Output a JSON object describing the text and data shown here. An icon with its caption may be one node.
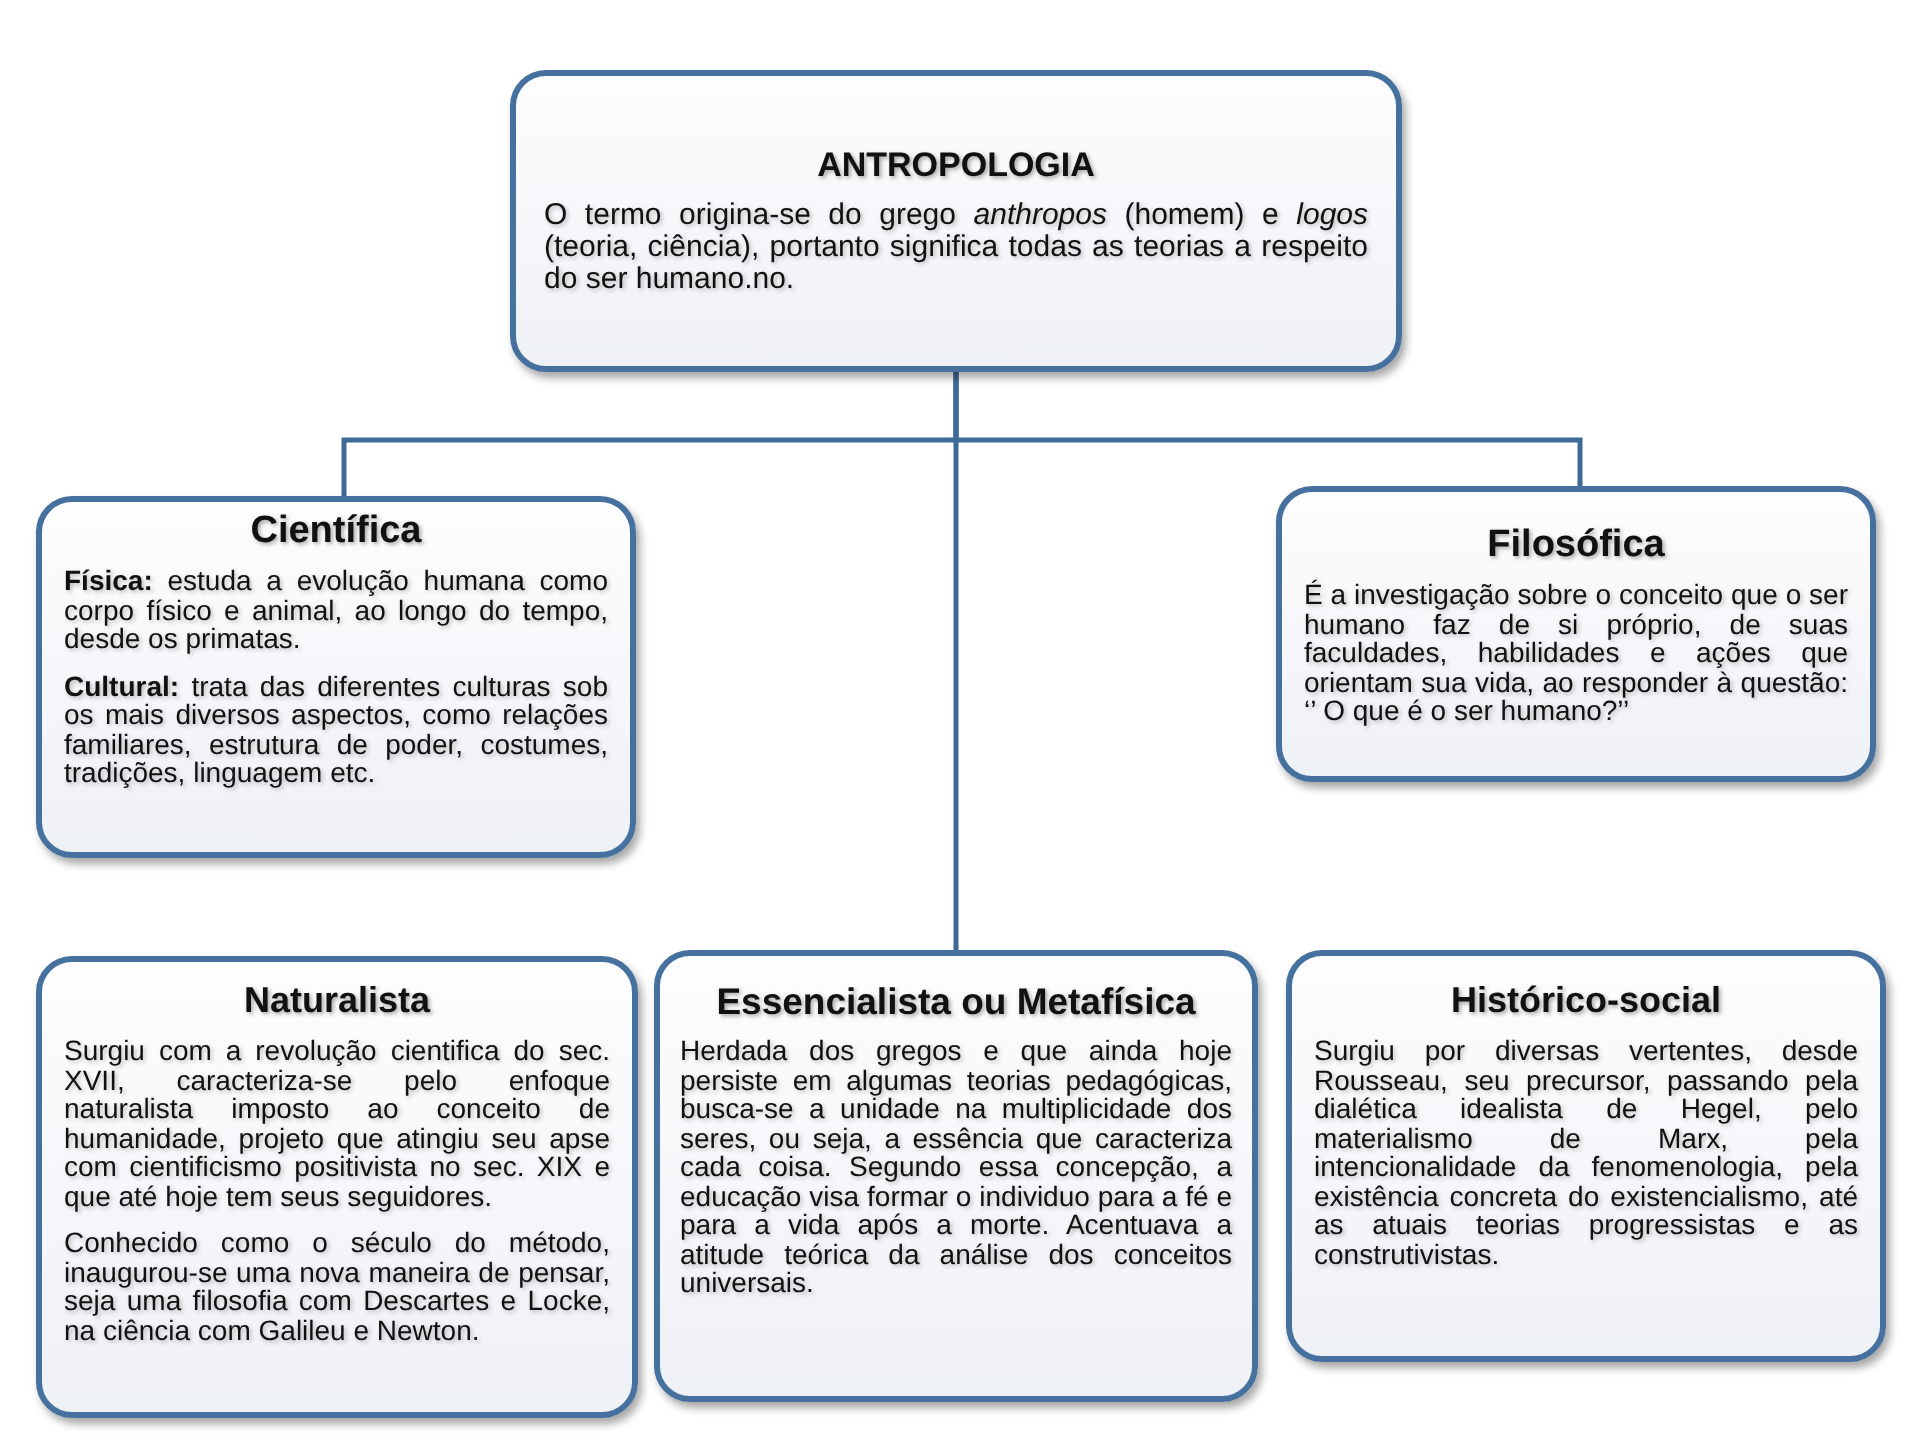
{
  "diagram": {
    "nodes": [
      {
        "text": [
          "ANTROPOLOGIA",
          "O termo origina-se do grego *anthropos* (homem) e *logos* (teoria, ciência), portanto significa todas as teorias a respeito do ser humano.no."
        ]
      },
      {
        "text": [
          "Científica",
          "**Física:** estuda a evolução humana como corpo físico e animal, ao longo do tempo, desde os primatas.",
          "**Cultural:** trata das diferentes culturas sob os mais diversos aspectos, como relações familiares, estrutura de poder, costumes, tradições, linguagem etc."
        ]
      },
      {
        "text": [
          "Filosófica",
          "É a investigação sobre o conceito que o ser humano faz de si próprio, de suas faculdades, habilidades e ações que orientam sua vida, ao responder à questão: ‘’ O que é o ser humano?’’"
        ]
      },
      {
        "text": [
          "Naturalista",
          "Surgiu com a revolução cientifica do sec. XVII, caracteriza-se pelo enfoque naturalista imposto ao conceito de humanidade, projeto que atingiu seu apse com cientificismo positivista no sec. XIX e que até hoje tem seus seguidores.",
          "Conhecido como o século do método, inaugurou-se uma nova maneira de pensar, seja uma filosofia com Descartes e Locke, na ciência com Galileu e Newton."
        ]
      },
      {
        "text": [
          "Essencialista ou Metafísica",
          "Herdada dos gregos e que ainda hoje persiste em algumas teorias pedagógicas, busca-se a unidade na multiplicidade dos seres, ou seja, a essência que caracteriza cada coisa. Segundo essa concepção, a educação visa formar o individuo para a fé e para a vida após a morte. Acentuava a atitude teórica da análise dos conceitos universais."
        ]
      },
      {
        "text": [
          "Histórico-social",
          "Surgiu por diversas vertentes, desde Rousseau, seu precursor, passando pela dialética idealista de Hegel, pelo materialismo de Marx, pela intencionalidade da fenomenologia, pela existência concreta do existencialismo, até as atuais teorias progressistas e as construtivistas."
        ]
      }
    ],
    "edges": [
      {
        "from": 0,
        "to": 1,
        "arrow": "none"
      },
      {
        "from": 0,
        "to": 2,
        "arrow": "none"
      },
      {
        "from": 0,
        "to": 4,
        "arrow": "none"
      }
    ]
  }
}
